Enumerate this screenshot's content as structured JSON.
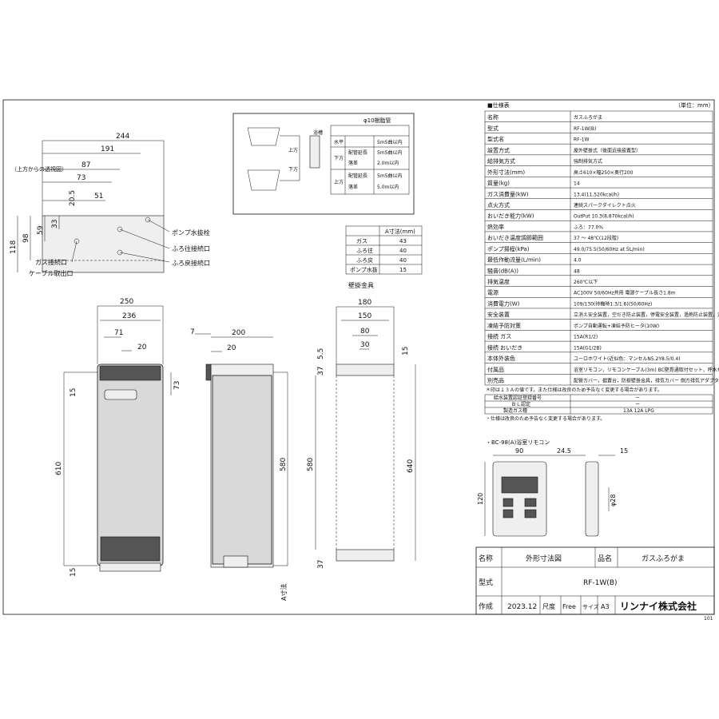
{
  "unit_note": "（単位：mm）",
  "top_view": {
    "title": "（上方からの透視図）",
    "dims": {
      "w244": "244",
      "w191": "191",
      "w87": "87",
      "w73": "73",
      "w51": "51",
      "w20_5": "20.5",
      "h118": "118",
      "h98": "98",
      "h59": "59",
      "h33": "33"
    },
    "labels": [
      "ポンプ水抜栓",
      "ふろ往接続口",
      "ふろ戻接続口",
      "ガス接続口",
      "ケーブル取出口"
    ]
  },
  "a_dim_table": {
    "header": [
      "",
      "A寸法(mm)"
    ],
    "rows": [
      [
        "ガス",
        "43"
      ],
      [
        "ふろ往",
        "40"
      ],
      [
        "ふろ戻",
        "40"
      ],
      [
        "ポンプ水抜",
        "15"
      ]
    ]
  },
  "piping_box": {
    "caption": "φ10樹脂管",
    "side_text": "浴槽",
    "upper_label": "上方",
    "lower_label": "下方",
    "rows": [
      [
        "水平",
        "5m5曲以内"
      ],
      [
        "下方",
        "配管延長",
        "5m5曲以内"
      ],
      [
        "",
        "落差",
        "2.0m以内"
      ],
      [
        "上方",
        "配管延長",
        "5m5曲以内"
      ],
      [
        "",
        "落差",
        "5.0m以内"
      ]
    ]
  },
  "front_view": {
    "w250": "250",
    "w236": "236",
    "w71": "71",
    "w20": "20",
    "h610": "610",
    "h15a": "15",
    "h15b": "15",
    "h73": "73"
  },
  "side_view": {
    "w7": "7",
    "w200": "200",
    "w20": "20",
    "h580": "580",
    "a_label": "A寸法"
  },
  "bracket_view": {
    "title": "壁掛金具",
    "w180": "180",
    "w150": "150",
    "w80": "80",
    "w30": "30",
    "h5_5": "5.5",
    "h15": "15",
    "h37a": "37",
    "h37b": "37",
    "h580": "580",
    "h640": "640"
  },
  "spec": {
    "title": "■仕様表",
    "rows": [
      [
        "名称",
        "ガスふろがま"
      ],
      [
        "型式",
        "RF-1W(B)"
      ],
      [
        "型式名",
        "RF-1W"
      ],
      [
        "設置方式",
        "屋外壁掛式（後面近接設置型）"
      ],
      [
        "給排気方式",
        "強制排気方式"
      ],
      [
        "外形寸法(mm)",
        "高さ610×幅250×奥行200"
      ],
      [
        "質量(kg)",
        "14"
      ],
      [
        "ガス消費量(kW)",
        "13.4(11,520kcal/h)"
      ],
      [
        "点火方式",
        "連続スパークダイレクト点火"
      ],
      [
        "おいだき能力(kW)",
        "OutPut 10.3(8,870kcal/h)"
      ],
      [
        "熱効率",
        "ふろ：77.0%"
      ],
      [
        "おいだき温度調節範囲",
        "37 ～ 48℃(12段階)"
      ],
      [
        "ポンプ揚程(kPa)",
        "49.0/75.5(50/60Hz at 5L/min)"
      ],
      [
        "最低作動流量(L/min)",
        "4.0"
      ],
      [
        "騒音(dB(A))",
        "48"
      ],
      [
        "排気温度",
        "260℃以下"
      ],
      [
        "電源",
        "AC100V 50/60Hz共用 電源ケーブル長さ1.8m"
      ],
      [
        "消費電力(W)",
        "109/130(待機時1.3/1.6)(50/60Hz)"
      ],
      [
        "安全装置",
        "立消え安全装置，空だき防止装置，停電安全装置，過熱防止装置，過電流安全装置，ファン回転検出装置，漏電安全装置，誤電着保護装置"
      ],
      [
        "凍結予防対策",
        "ポンプ自動運転+凍結予防ヒータ(10W)"
      ],
      [
        "接続 ガス",
        "15A(R1/2)"
      ],
      [
        "接続 おいだき",
        "15A(G1/2B)"
      ],
      [
        "本体外装色",
        "ユーロホワイト(近似色：マンセルN5.2Y8.5/0.4)"
      ],
      [
        "付属品",
        "浴室リモコン，リモコンケーブル(3m) BC壁貫通取付セット，呼水セット，ねじセット"
      ],
      [
        "別売品",
        "配管カバー，据置台，防振壁掛金具，排気カバー 側方排気アダプタ，離隔アダプタW，ふろ循環金具"
      ]
    ],
    "footnote": "＊印は１３Ａの値です。また仕様は改良のため予告なく変更する場合があります。",
    "cert_rows": [
      [
        "給水装置認証登録番号",
        "ー"
      ],
      [
        "ＢＬ認定",
        "ー"
      ],
      [
        "製造ガス種",
        "13A 12A LPG"
      ]
    ],
    "cert_note": "・仕様は改良のため予告なく変更する場合があります。"
  },
  "remote": {
    "title": "・BC-98(A)浴室リモコン",
    "w90": "90",
    "w24_5": "24.5",
    "w15": "15",
    "h120": "120",
    "phi": "φ28"
  },
  "title_block": {
    "name_label": "名称",
    "name_value": "外形寸法図",
    "hinmei_label": "品名",
    "hinmei_value": "ガスふろがま",
    "model_label": "型式",
    "model_value": "RF-1W(B)",
    "date_label": "作成",
    "date_value": "2023.12",
    "scale_label": "尺度",
    "scale_value": "Free",
    "size_label": "サイズ",
    "size_value": "A3",
    "company": "リンナイ株式会社",
    "page_code": "101"
  }
}
